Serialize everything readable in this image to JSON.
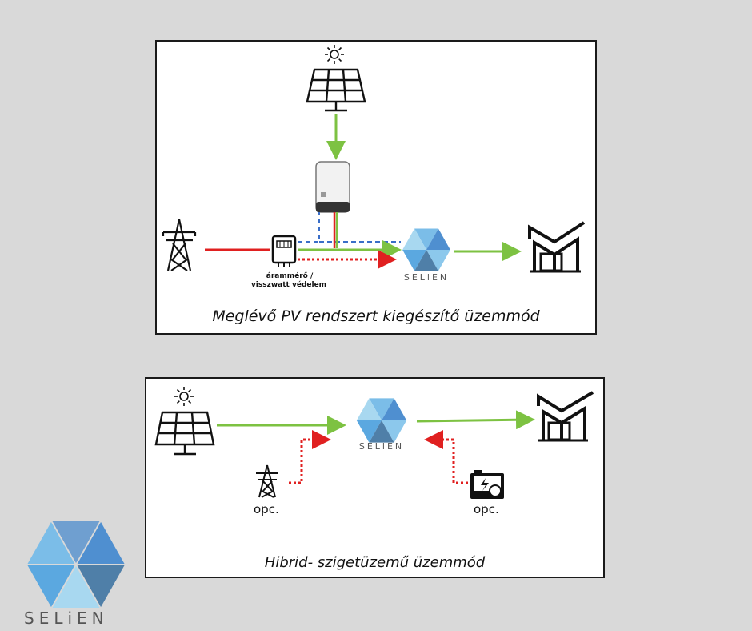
{
  "top_panel": {
    "caption": "Meglévő PV rendszert kiegészítő üzemmód",
    "meter_label_line1": "árammérő /",
    "meter_label_line2": "visszwatt védelem",
    "brand": "SELiEN"
  },
  "bottom_panel": {
    "caption": "Hibrid- szigetüzemű üzemmód",
    "grid_optional": "opc.",
    "generator_optional": "opc.",
    "brand": "SELiEN"
  },
  "corner_logo": {
    "brand": "SELiEN"
  },
  "colors": {
    "green_flow": "#7dc242",
    "red_flow": "#e02020",
    "blue_dashed": "#3a6ec8",
    "logo_light": "#a8d8f0",
    "logo_mid": "#5ba8e0",
    "logo_dark": "#4f7fa8"
  },
  "icons": [
    "sun-icon",
    "solar-panel-icon",
    "inverter-icon",
    "power-tower-icon",
    "meter-icon",
    "house-icon",
    "generator-icon",
    "selien-logo-icon"
  ]
}
